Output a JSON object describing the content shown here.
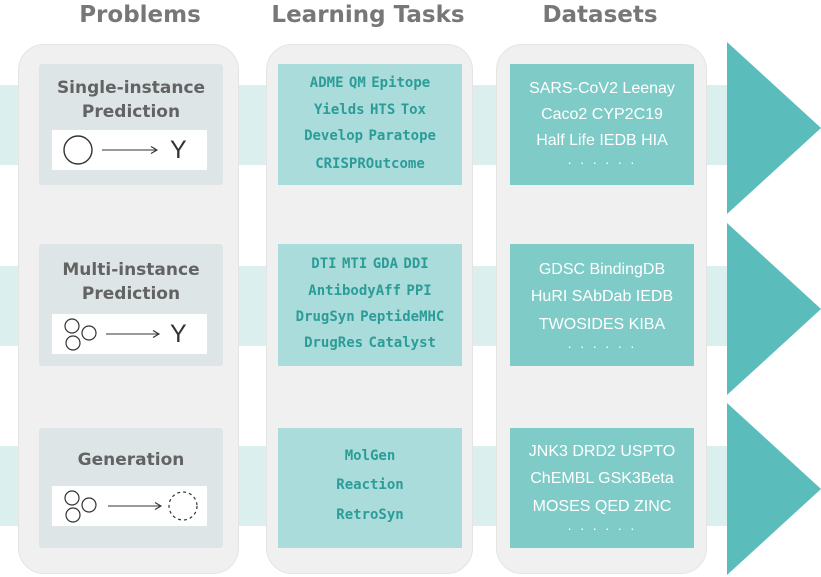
{
  "headers": {
    "problems": "Problems",
    "tasks": "Learning Tasks",
    "datasets": "Datasets"
  },
  "colors": {
    "arrow": "#5bbcbc",
    "band": "#dcefef",
    "task_box": "#a9dcda",
    "task_text": "#2b9c98",
    "dataset_box": "#7ecbc8",
    "column": "#f0f0f0"
  },
  "rows": [
    {
      "problem": [
        "Single-instance",
        "Prediction"
      ],
      "icon_output": "Y",
      "tasks": [
        "ADME QM Epitope",
        "Yields HTS Tox",
        "Develop Paratope",
        "CRISPROutcome"
      ],
      "datasets": [
        "SARS-CoV2 Leenay",
        "Caco2  CYP2C19",
        "Half Life  IEDB  HIA",
        "· · · · · ·"
      ]
    },
    {
      "problem": [
        "Multi-instance",
        "Prediction"
      ],
      "icon_output": "Y",
      "tasks": [
        "DTI MTI GDA DDI",
        "AntibodyAff PPI",
        "DrugSyn PeptideMHC",
        "DrugRes Catalyst"
      ],
      "datasets": [
        "GDSC  BindingDB",
        "HuRI  SAbDab IEDB",
        "TWOSIDES  KIBA",
        "· · · · · ·"
      ]
    },
    {
      "problem": [
        "Generation"
      ],
      "icon_output": "",
      "tasks": [
        "MolGen",
        "Reaction",
        "RetroSyn"
      ],
      "datasets": [
        "JNK3  DRD2  USPTO",
        "ChEMBL  GSK3Beta",
        "MOSES  QED  ZINC",
        "· · · · · ·"
      ]
    }
  ]
}
